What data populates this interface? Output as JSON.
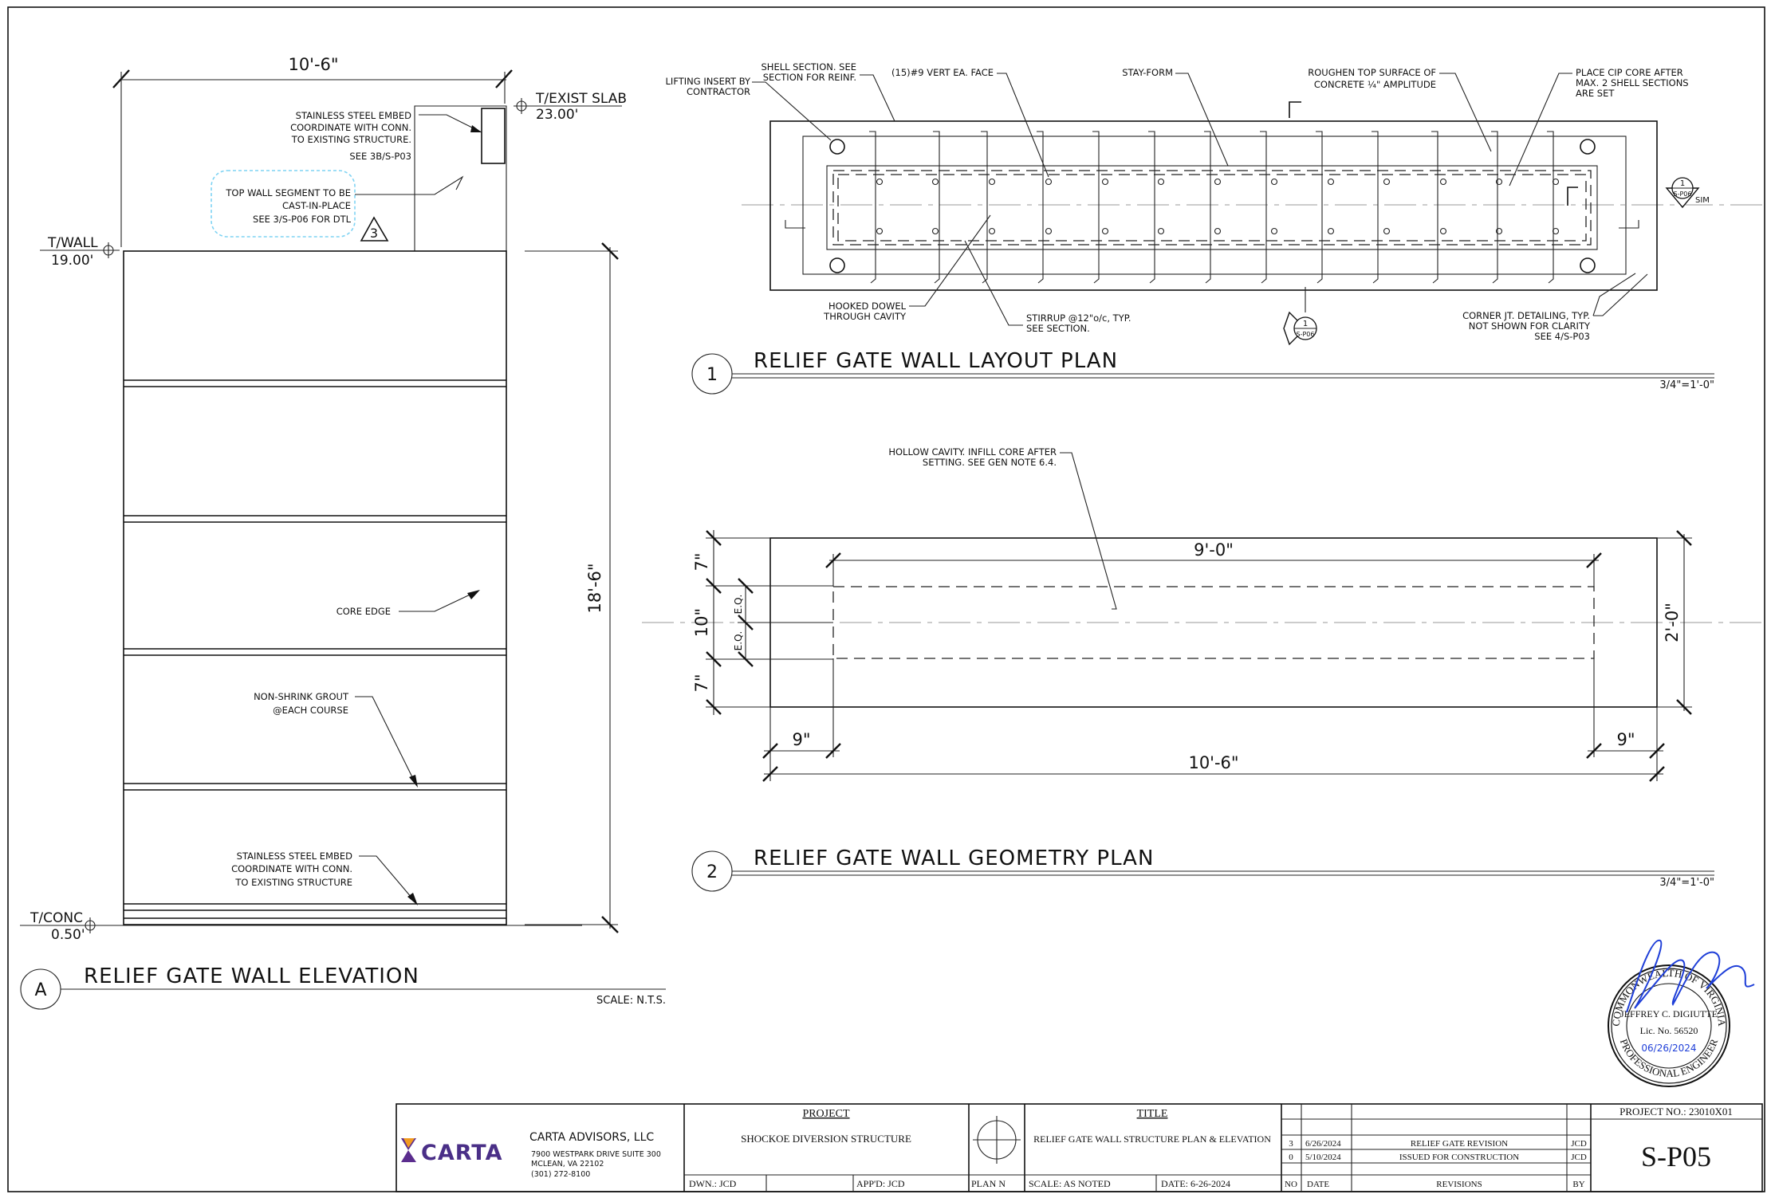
{
  "elevation": {
    "top_dim": "10'-6\"",
    "height_dim": "18'-6\"",
    "t_exist_slab": {
      "label": "T/EXIST SLAB",
      "value": "23.00'"
    },
    "t_wall": {
      "label": "T/WALL",
      "value": "19.00'"
    },
    "t_conc": {
      "label": "T/CONC",
      "value": "0.50'"
    },
    "embed_top_note": [
      "STAINLESS STEEL EMBED",
      "COORDINATE WITH CONN.",
      "TO EXISTING STRUCTURE.",
      "SEE 3B/S-P03"
    ],
    "cloud_note": [
      "TOP WALL SEGMENT TO BE",
      "CAST-IN-PLACE",
      "SEE 3/S-P06 FOR DTL"
    ],
    "revision_mark": "3",
    "core_edge": "CORE EDGE",
    "grout_note": [
      "NON-SHRINK GROUT",
      "@EACH COURSE"
    ],
    "embed_bottom_note": [
      "STAINLESS STEEL EMBED",
      "COORDINATE WITH CONN.",
      "TO EXISTING STRUCTURE"
    ],
    "view_mark": "A",
    "view_title": "RELIEF GATE WALL ELEVATION",
    "scale": "SCALE: N.T.S."
  },
  "layout_plan": {
    "notes": {
      "lifting": [
        "LIFTING INSERT BY",
        "CONTRACTOR"
      ],
      "shell": [
        "SHELL SECTION. SEE",
        "SECTION FOR REINF."
      ],
      "vert": [
        "(15)#9 VERT EA. FACE"
      ],
      "stay": [
        "STAY-FORM"
      ],
      "roughen": [
        "ROUGHEN TOP SURFACE OF",
        "CONCRETE ¼\" AMPLITUDE"
      ],
      "place": [
        "PLACE CIP CORE AFTER",
        "MAX. 2 SHELL SECTIONS",
        "ARE SET"
      ],
      "hooked": [
        "HOOKED DOWEL",
        "THROUGH CAVITY"
      ],
      "stirrup": [
        "STIRRUP @12\"o/c, TYP.",
        "SEE SECTION."
      ],
      "corner": [
        "CORNER JT. DETAILING, TYP.",
        "NOT SHOWN FOR CLARITY",
        "SEE 4/S-P03"
      ]
    },
    "section_mark_right": {
      "num": "1",
      "sheet": "S-P06",
      "sim": "SIM"
    },
    "section_mark_bottom": {
      "num": "1",
      "sheet": "S-P06"
    },
    "view_mark": "1",
    "view_title": "RELIEF GATE WALL LAYOUT PLAN",
    "scale": "3/4\"=1'-0\""
  },
  "geometry_plan": {
    "note": [
      "HOLLOW CAVITY. INFILL CORE AFTER",
      "SETTING. SEE GEN NOTE 6.4."
    ],
    "dim_inner_len": "9'-0\"",
    "dim_total_len": "10'-6\"",
    "dim_left": "9\"",
    "dim_right": "9\"",
    "dim_depth": "2'-0\"",
    "dim_top": "7\"",
    "dim_mid": "10\"",
    "dim_bot": "7\"",
    "eq1": "E.Q.",
    "eq2": "E.Q.",
    "view_mark": "2",
    "view_title": "RELIEF GATE WALL GEOMETRY PLAN",
    "scale": "3/4\"=1'-0\""
  },
  "seal": {
    "ring_top": "COMMONWEALTH OF VIRGINIA",
    "ring_bottom": "PROFESSIONAL ENGINEER",
    "name": "JEFFREY C. DIGIUTTE",
    "license": "Lic. No. 56520",
    "date": "06/26/2024",
    "signature_color": "#1f3fd8"
  },
  "title_block": {
    "firm_logo": "CARTA",
    "firm_name": "CARTA ADVISORS, LLC",
    "firm_addr1": "7900 WESTPARK DRIVE SUITE 300",
    "firm_addr2": "MCLEAN, VA 22102",
    "firm_phone": "(301) 272-8100",
    "project_hdr": "PROJECT",
    "project_name": "SHOCKOE DIVERSION STRUCTURE",
    "title_hdr": "TITLE",
    "title_name": "RELIEF GATE WALL STRUCTURE PLAN & ELEVATION",
    "dwn": "DWN.: JCD",
    "appd": "APP'D: JCD",
    "plan_n": "PLAN N",
    "scale": "SCALE:  AS NOTED",
    "date": "DATE: 6-26-2024",
    "revisions": [
      {
        "no": "3",
        "date": "6/26/2024",
        "desc": "RELIEF GATE REVISION",
        "by": "JCD"
      },
      {
        "no": "0",
        "date": "5/10/2024",
        "desc": "ISSUED FOR CONSTRUCTION",
        "by": "JCD"
      }
    ],
    "rev_hdr": {
      "no": "NO",
      "date": "DATE",
      "desc": "REVISIONS",
      "by": "BY"
    },
    "project_no": "PROJECT NO.: 23010X01",
    "sheet_no": "S-P05",
    "brand_color": "#5b2d8e",
    "brand_accent": "#f29a1f"
  }
}
